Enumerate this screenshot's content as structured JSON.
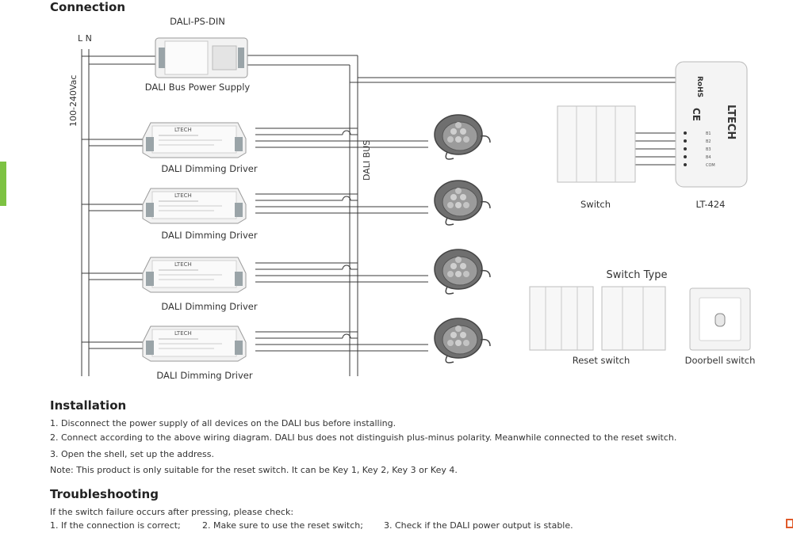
{
  "connection": {
    "title": "Connection",
    "ln_label": "L N",
    "voltage_label": "100-240Vac",
    "power_supply_model": "DALI-PS-DIN",
    "power_supply_caption": "DALI Bus Power Supply",
    "driver_brand": "LTECH",
    "driver_captions": [
      "DALI Dimming Driver",
      "DALI Dimming Driver",
      "DALI Dimming Driver",
      "DALI Dimming Driver"
    ],
    "bus_label": "DALI BUS",
    "switch_caption": "Switch",
    "module_caption": "LT-424",
    "module_brand": "LTECH",
    "module_certs": "RoHS",
    "module_ce": "CE",
    "module_terminals": [
      "B1",
      "B2",
      "B3",
      "B4",
      "COM"
    ]
  },
  "switch_type": {
    "title": "Switch Type",
    "reset_caption": "Reset switch",
    "doorbell_caption": "Doorbell switch"
  },
  "installation": {
    "title": "Installation",
    "lines": [
      "1. Disconnect the power supply of all devices on the DALI bus before installing.",
      "2. Connect according to the above wiring diagram. DALI bus does not distinguish plus-minus polarity. Meanwhile connected to the reset switch.",
      "3. Open the shell, set up the address.",
      "Note: This product is only suitable for the reset switch. It can be Key 1, Key 2, Key 3 or Key 4."
    ]
  },
  "troubleshooting": {
    "title": "Troubleshooting",
    "intro": "If the switch failure occurs after pressing, please check:",
    "checks": [
      "1. If the connection is correct;",
      "2. Make sure to use the reset switch;",
      "3. Check if the DALI power output is stable."
    ]
  },
  "colors": {
    "wire": "#3a3a3a",
    "accent_tab": "#7dc242"
  }
}
